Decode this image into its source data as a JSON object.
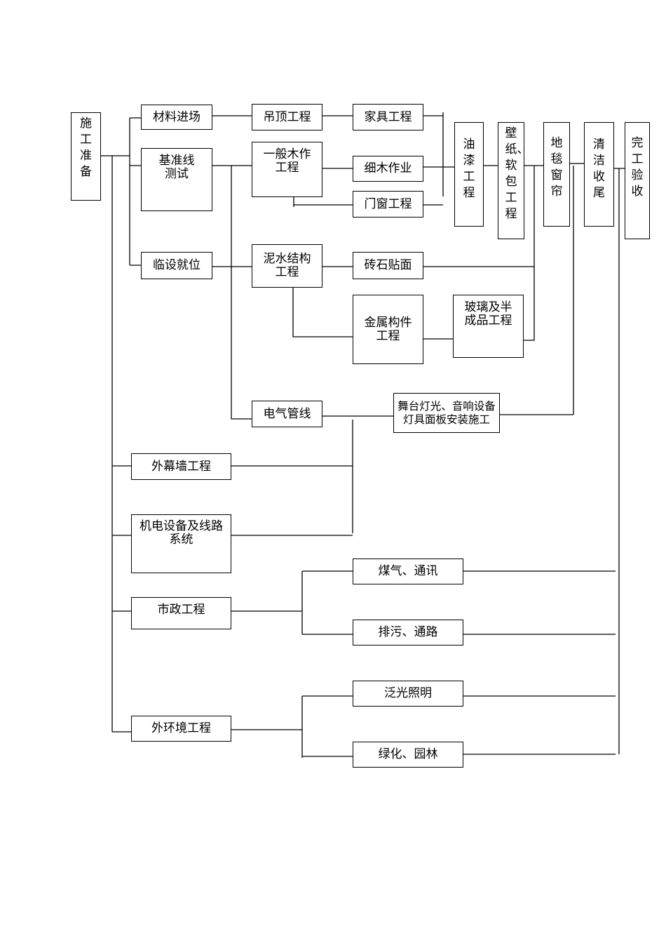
{
  "nodes": {
    "prep": "施工准备",
    "materials": "材料进场",
    "baseline": "基准线\n测试",
    "temp": "临设就位",
    "ceiling": "吊顶工程",
    "carpentry": "一般木作\n工程",
    "masonry": "泥水结构\n工程",
    "electrical": "电气管线",
    "furniture": "家具工程",
    "finewood": "细木作业",
    "doorswin": "门窗工程",
    "tile": "砖石贴面",
    "metal": "金属构件\n工程",
    "glass": "玻璃及半\n成品工程",
    "stage": "舞台灯光、音响设备\n灯具面板安装施工",
    "paint": "油漆工程",
    "wallpaper": "壁纸、软包工程",
    "carpet": "地毯窗帘",
    "cleanup": "清洁收尾",
    "acceptance": "完工验收",
    "curtainwall": "外幕墙工程",
    "mechelec": "机电设备及线路\n系统",
    "municipal": "市政工程",
    "gascomm": "煤气、通讯",
    "sewage": "排污、通路",
    "outdoor": "外环境工程",
    "floodlight": "泛光照明",
    "greening": "绿化、园林"
  },
  "colors": {
    "line": "#000000",
    "box_fill": "#ffffff"
  }
}
